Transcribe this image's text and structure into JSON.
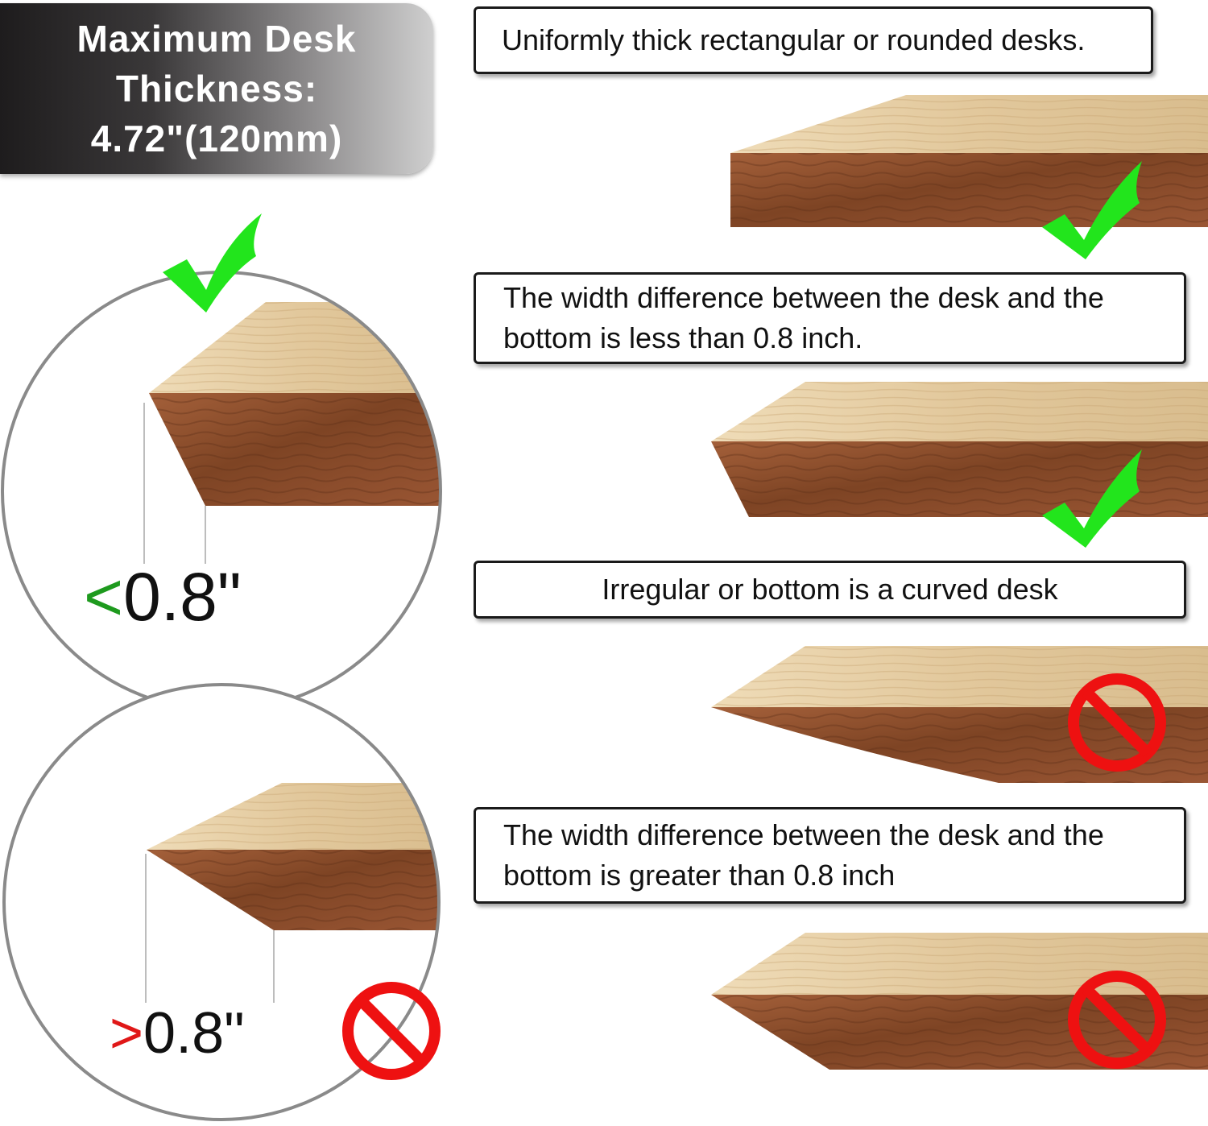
{
  "badge": {
    "line1": "Maximum Desk",
    "line2": "Thickness:",
    "line3": "4.72\"(120mm)"
  },
  "captions": {
    "uniform": "Uniformly thick rectangular or rounded desks.",
    "less_line1": "The width difference between the desk and the",
    "less_line2": "bottom is less than 0.8 inch.",
    "irregular": "Irregular or bottom is a curved desk",
    "greater_line1": "The width difference between the desk and the",
    "greater_line2": "bottom is greater than 0.8 inch"
  },
  "measurements": {
    "less_symbol": "<",
    "less_value": "0.8\"",
    "greater_symbol": ">",
    "greater_value": "0.8\""
  },
  "colors": {
    "check_green": "#22e51c",
    "prohibit_red": "#ee1111",
    "wood_top": "#e7cfa6",
    "wood_edge": "#8c4d2a"
  },
  "icons": {
    "check": "check-mark-icon",
    "prohibit": "prohibited-icon"
  }
}
